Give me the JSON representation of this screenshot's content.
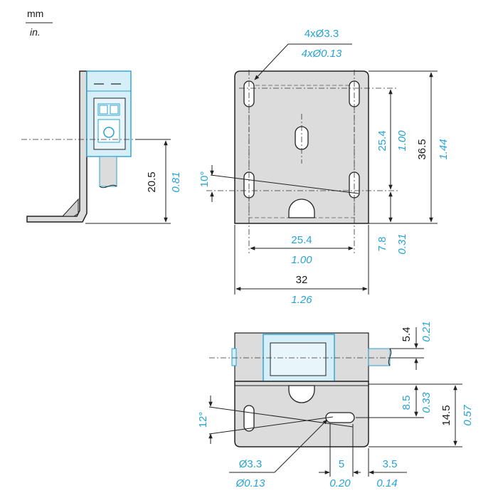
{
  "units": {
    "primary": "mm",
    "secondary": "in."
  },
  "hole_callout_top": {
    "mm": "4xØ3.3",
    "in": "4xØ0.13"
  },
  "dim_hole_spacing_v": {
    "mm": "25.4",
    "in": "1.00"
  },
  "dim_height_total": {
    "mm": "36.5",
    "in": "1.44"
  },
  "dim_side_height": {
    "mm": "20.5",
    "in": "0.81"
  },
  "dim_angle_front": {
    "value": "10°"
  },
  "dim_bottom_offset": {
    "mm": "7.8",
    "in": "0.31"
  },
  "dim_hole_spacing_h": {
    "mm": "25.4",
    "in": "1.00"
  },
  "dim_width_total": {
    "mm": "32",
    "in": "1.26"
  },
  "dim_top_offset": {
    "mm": "5.4",
    "in": "0.21"
  },
  "dim_mid_offset": {
    "mm": "8.5",
    "in": "0.33"
  },
  "dim_bottom_height": {
    "mm": "14.5",
    "in": "0.57"
  },
  "dim_angle_bottom": {
    "value": "12°"
  },
  "hole_callout_bottom": {
    "mm": "Ø3.3",
    "in": "Ø0.13"
  },
  "dim_slot_offset": {
    "mm": "5",
    "in": "0.20"
  },
  "dim_edge_offset": {
    "mm": "3.5",
    "in": "0.14"
  },
  "colors": {
    "metric": "#1a1a1a",
    "imperial": "#27a3d3",
    "plate": "#dcdcdc",
    "sensor": "#d6eef8"
  }
}
